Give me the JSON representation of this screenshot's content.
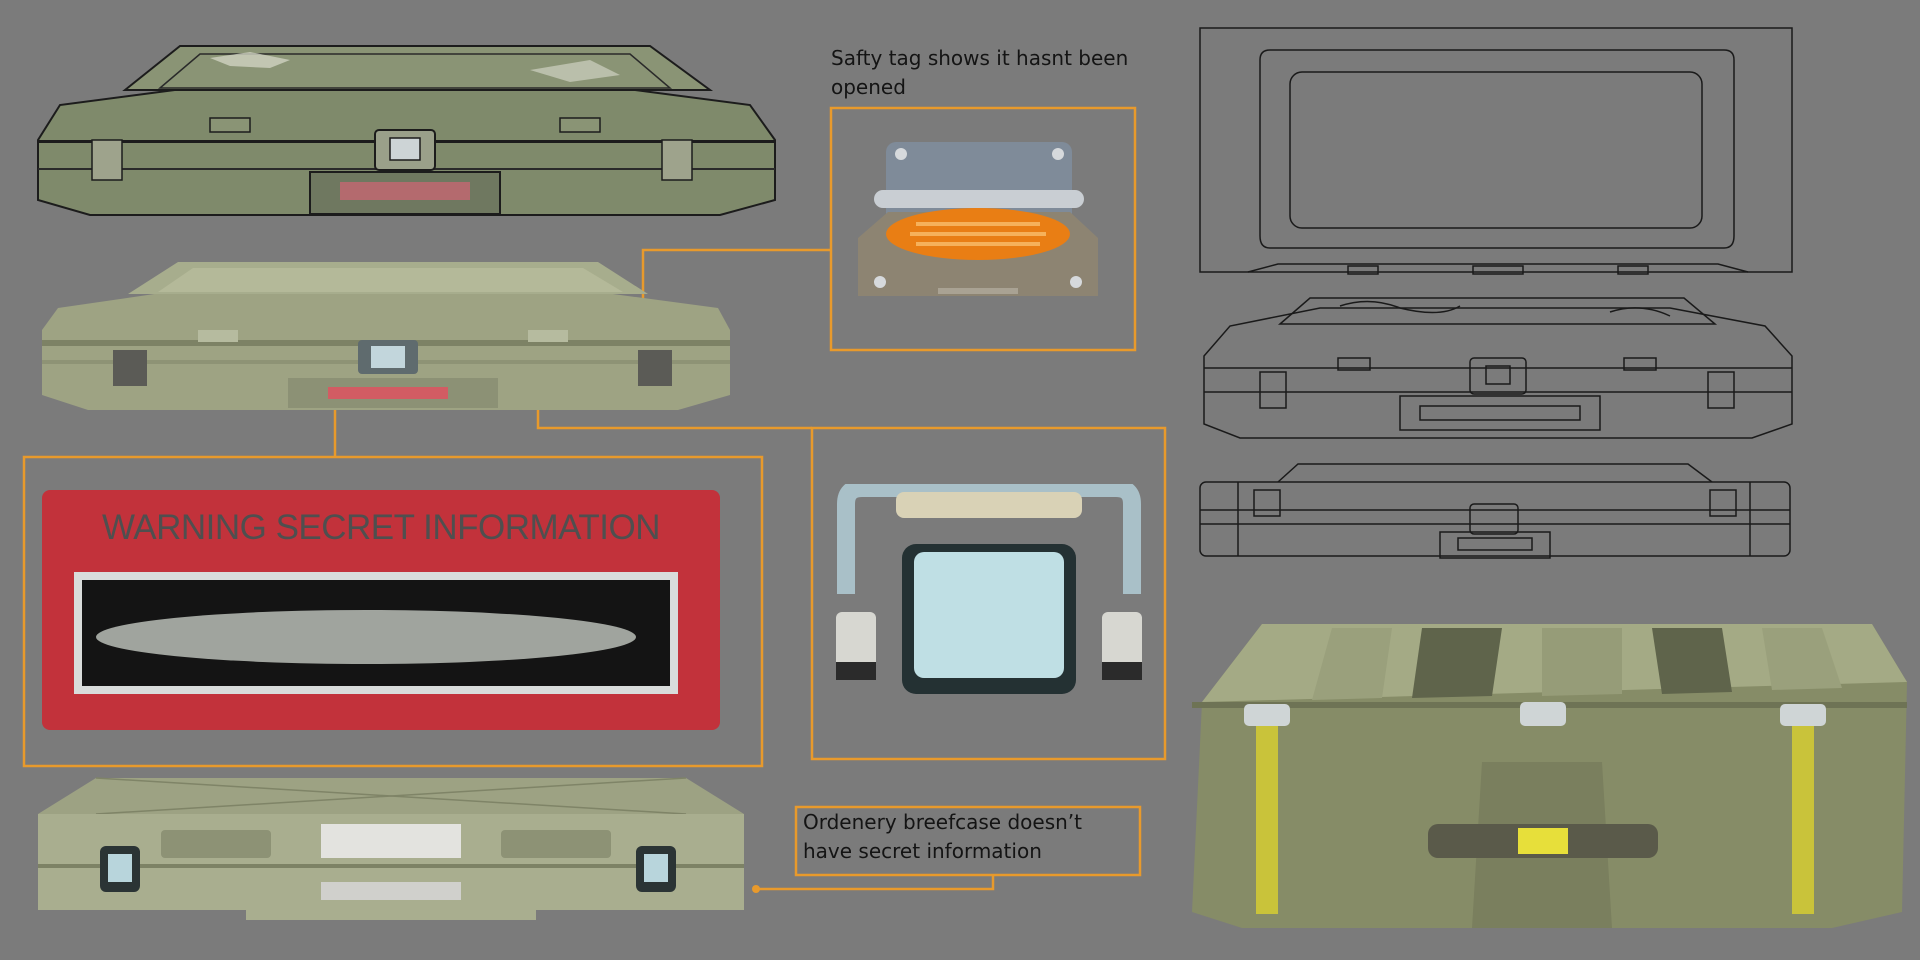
{
  "sheet": {
    "type": "concept-art-sheet",
    "subject": "secret briefcase prop",
    "background_color": "#7b7b7b",
    "callout_color": "#e89a2c"
  },
  "notes": {
    "safety_tag": "Safty tag shows it hasnt been opened",
    "ordinary_case": "Ordenery breefcase doesn’t have secret information"
  },
  "warning_label": {
    "text": "WARNING SECRET INFORMATION"
  }
}
